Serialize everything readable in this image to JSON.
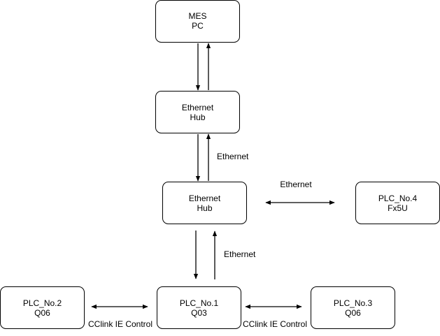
{
  "nodes": {
    "mes_pc": {
      "line1": "MES",
      "line2": "PC"
    },
    "hub_top": {
      "line1": "Ethernet",
      "line2": "Hub"
    },
    "hub_mid": {
      "line1": "Ethernet",
      "line2": "Hub"
    },
    "plc_no4": {
      "line1": "PLC_No.4",
      "line2": "Fx5U"
    },
    "plc_no2": {
      "line1": "PLC_No.2",
      "line2": "Q06"
    },
    "plc_no1": {
      "line1": "PLC_No.1",
      "line2": "Q03"
    },
    "plc_no3": {
      "line1": "PLC_No.3",
      "line2": "Q06"
    }
  },
  "edge_labels": {
    "hub_top_to_hub_mid": "Ethernet",
    "hub_mid_to_plc_no4": "Ethernet",
    "hub_mid_to_plc_no1": "Ethernet",
    "plc_no2_to_plc_no1": "CClink IE Control",
    "plc_no1_to_plc_no3": "CClink IE Control"
  },
  "colors": {
    "stroke": "#000000",
    "fill": "#ffffff",
    "text": "#000000"
  }
}
